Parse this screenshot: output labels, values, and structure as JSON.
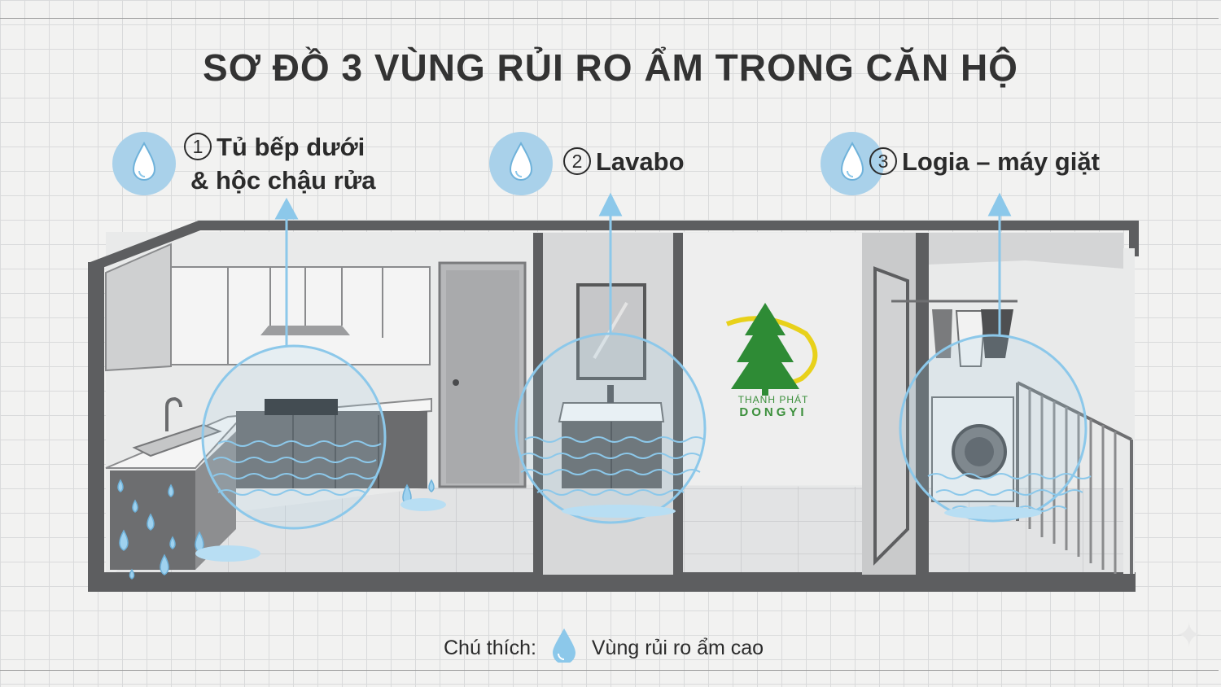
{
  "title": "SƠ ĐỒ 3 VÙNG RỦI RO ẨM TRONG CĂN HỘ",
  "zones": [
    {
      "number": "1",
      "label_line1": "Tủ bếp dưới",
      "label_line2": "& hộc chậu rửa"
    },
    {
      "number": "2",
      "label_line1": "Lavabo",
      "label_line2": ""
    },
    {
      "number": "3",
      "label_line1": "Logia – máy giặt",
      "label_line2": ""
    }
  ],
  "brand": {
    "line1": "THẠNH PHÁT",
    "line2": "DONGYI"
  },
  "legend": {
    "prefix": "Chú thích:",
    "text": "Vùng rủi ro ẩm cao"
  },
  "colors": {
    "accent": "#a9d1ea",
    "water": "#8cc8ea",
    "wall": "#5d5e60",
    "brand_green": "#2e8b35",
    "brand_yellow": "#e8d11a"
  },
  "icons": [
    "water-drop-icon",
    "arrow-up-icon",
    "sparkle-icon"
  ]
}
